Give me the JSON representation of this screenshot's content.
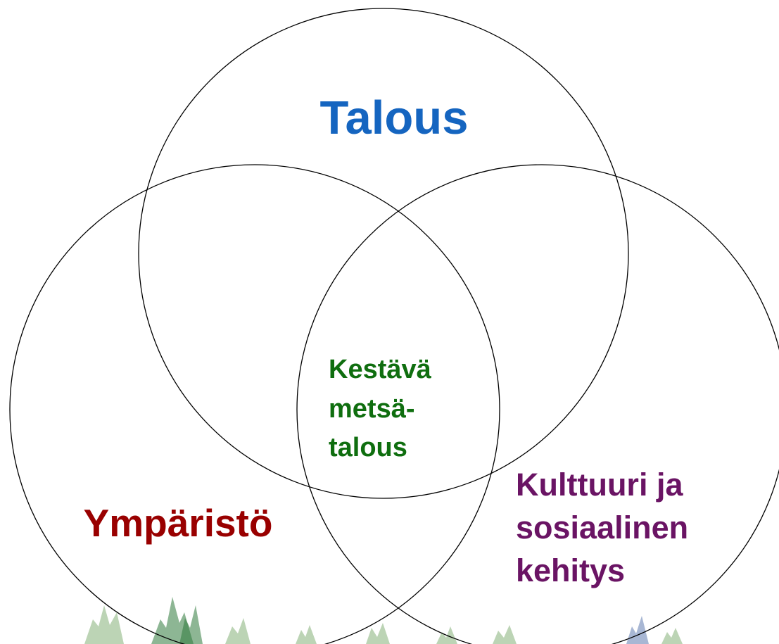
{
  "diagram": {
    "type": "venn",
    "sets": [
      {
        "id": "talous",
        "label": "Talous",
        "color": "#1565c0"
      },
      {
        "id": "ymparisto",
        "label": "Ympäristö",
        "color": "#990000"
      },
      {
        "id": "kulttuuri",
        "label_lines": [
          "Kulttuuri ja",
          "sosiaalinen",
          "kehitys"
        ],
        "color": "#6a1464"
      }
    ],
    "intersection": {
      "of": [
        "talous",
        "ymparisto",
        "kulttuuri"
      ],
      "label_lines": [
        "Kestävä",
        "metsä-",
        "talous"
      ],
      "color": "#0f6e0f"
    },
    "background": {
      "image": "forest-treeline"
    }
  }
}
